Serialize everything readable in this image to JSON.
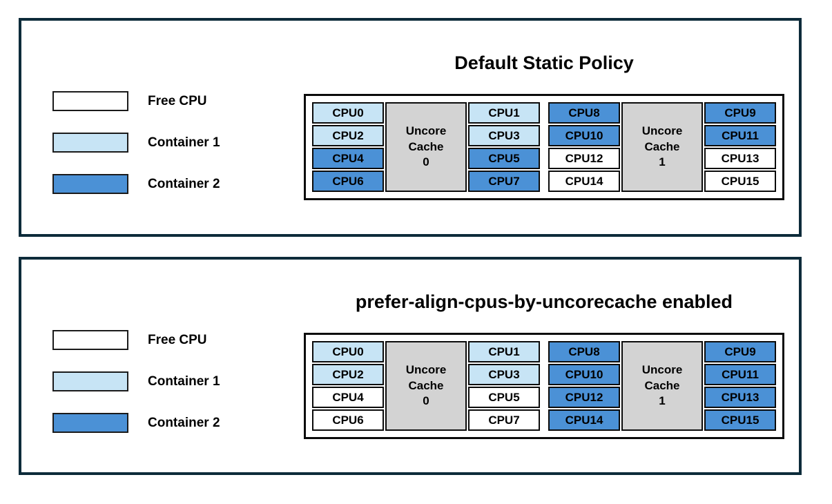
{
  "colors": {
    "free": "#ffffff",
    "container1": "#c7e4f5",
    "container2": "#4b91d6",
    "cache": "#d3d3d3",
    "panel_border": "#0d2b3a",
    "cell_border": "#0a0a0a"
  },
  "legend": {
    "items": [
      {
        "id": "free-cpu",
        "label": "Free CPU",
        "state": "free"
      },
      {
        "id": "container-1",
        "label": "Container 1",
        "state": "container1"
      },
      {
        "id": "container-2",
        "label": "Container 2",
        "state": "container2"
      }
    ]
  },
  "panels": [
    {
      "title": "Default Static Policy",
      "groups": [
        {
          "cache_lines": [
            "Uncore",
            "Cache",
            "0"
          ],
          "left_cpus": [
            {
              "label": "CPU0",
              "state": "container1"
            },
            {
              "label": "CPU2",
              "state": "container1"
            },
            {
              "label": "CPU4",
              "state": "container2"
            },
            {
              "label": "CPU6",
              "state": "container2"
            }
          ],
          "right_cpus": [
            {
              "label": "CPU1",
              "state": "container1"
            },
            {
              "label": "CPU3",
              "state": "container1"
            },
            {
              "label": "CPU5",
              "state": "container2"
            },
            {
              "label": "CPU7",
              "state": "container2"
            }
          ]
        },
        {
          "cache_lines": [
            "Uncore",
            "Cache",
            "1"
          ],
          "left_cpus": [
            {
              "label": "CPU8",
              "state": "container2"
            },
            {
              "label": "CPU10",
              "state": "container2"
            },
            {
              "label": "CPU12",
              "state": "free"
            },
            {
              "label": "CPU14",
              "state": "free"
            }
          ],
          "right_cpus": [
            {
              "label": "CPU9",
              "state": "container2"
            },
            {
              "label": "CPU11",
              "state": "container2"
            },
            {
              "label": "CPU13",
              "state": "free"
            },
            {
              "label": "CPU15",
              "state": "free"
            }
          ]
        }
      ]
    },
    {
      "title": "prefer-align-cpus-by-uncorecache enabled",
      "groups": [
        {
          "cache_lines": [
            "Uncore",
            "Cache",
            "0"
          ],
          "left_cpus": [
            {
              "label": "CPU0",
              "state": "container1"
            },
            {
              "label": "CPU2",
              "state": "container1"
            },
            {
              "label": "CPU4",
              "state": "free"
            },
            {
              "label": "CPU6",
              "state": "free"
            }
          ],
          "right_cpus": [
            {
              "label": "CPU1",
              "state": "container1"
            },
            {
              "label": "CPU3",
              "state": "container1"
            },
            {
              "label": "CPU5",
              "state": "free"
            },
            {
              "label": "CPU7",
              "state": "free"
            }
          ]
        },
        {
          "cache_lines": [
            "Uncore",
            "Cache",
            "1"
          ],
          "left_cpus": [
            {
              "label": "CPU8",
              "state": "container2"
            },
            {
              "label": "CPU10",
              "state": "container2"
            },
            {
              "label": "CPU12",
              "state": "container2"
            },
            {
              "label": "CPU14",
              "state": "container2"
            }
          ],
          "right_cpus": [
            {
              "label": "CPU9",
              "state": "container2"
            },
            {
              "label": "CPU11",
              "state": "container2"
            },
            {
              "label": "CPU13",
              "state": "container2"
            },
            {
              "label": "CPU15",
              "state": "container2"
            }
          ]
        }
      ]
    }
  ]
}
